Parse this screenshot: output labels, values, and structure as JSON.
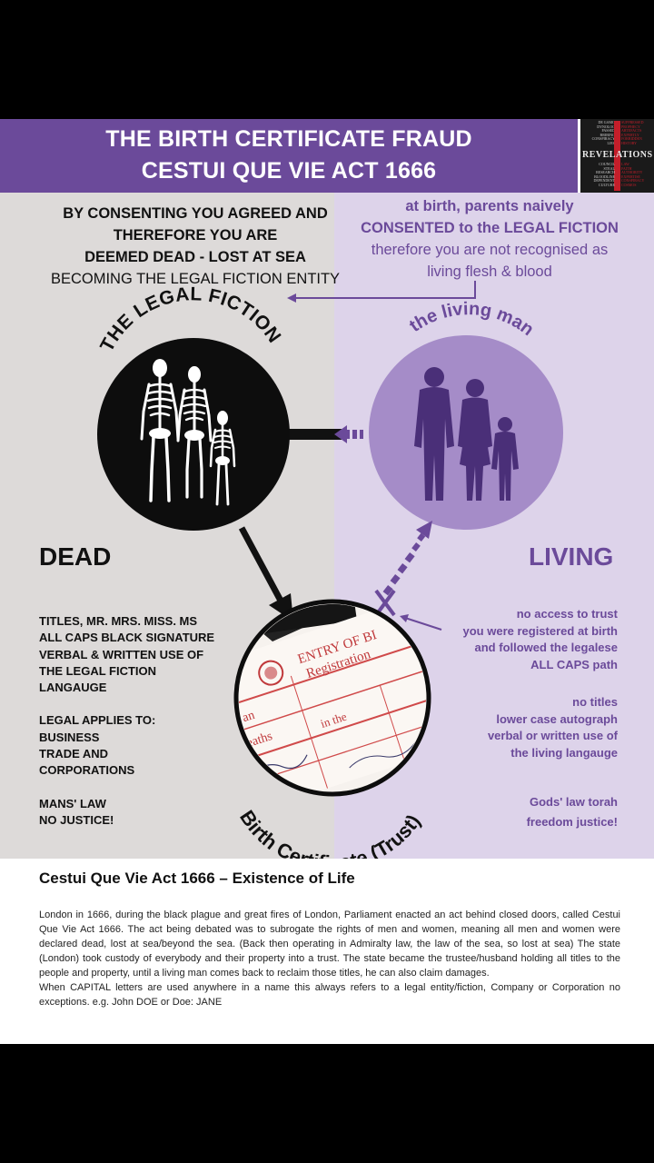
{
  "header": {
    "title_line1": "THE BIRTH CERTIFICATE FRAUD",
    "title_line2": "CESTUI QUE VIE ACT 1666",
    "logo": {
      "word": "REVELATIONS",
      "vertical": "TRUTH"
    }
  },
  "left_intro": {
    "line1": "BY CONSENTING YOU AGREED AND",
    "line2": "THEREFORE  YOU ARE",
    "line3": "DEEMED DEAD - LOST AT SEA",
    "line4": "BECOMING THE LEGAL FICTION ENTITY"
  },
  "right_intro": {
    "line1": "at birth, parents naively",
    "line2": "CONSENTED to the LEGAL FICTION",
    "line3": "therefore you are not recognised as",
    "line4": "living flesh & blood"
  },
  "legal_fiction_label": "THE LEGAL FICTION",
  "living_man_label": "the living man",
  "dead_heading": "DEAD",
  "living_heading": "LIVING",
  "dead_list": {
    "group1": [
      "TITLES, MR. MRS. MISS. MS",
      "ALL CAPS BLACK SIGNATURE",
      "VERBAL & WRITTEN USE OF",
      "THE LEGAL FICTION",
      "LANGAUGE"
    ],
    "group2": [
      "LEGAL APPLIES TO:",
      "BUSINESS",
      "TRADE AND",
      "CORPORATIONS"
    ],
    "group3": [
      "MANS' LAW",
      "NO JUSTICE!"
    ]
  },
  "living_list": {
    "group1": [
      "no access to trust",
      "you were registered at birth",
      "and followed the legalese",
      "ALL CAPS path"
    ],
    "group2": [
      "no  titles",
      "lower case autograph",
      "verbal or written use of",
      "the living langauge"
    ],
    "group3": [
      "Gods' law torah",
      "freedom justice!"
    ]
  },
  "certificate": {
    "caption": "Birth Certificate (Trust)",
    "doc_line1": "ENTRY OF BI",
    "doc_line2": "Registration",
    "doc_word1": "of an",
    "doc_word2": "deaths",
    "doc_word3": "in the"
  },
  "article": {
    "heading": "Cestui Que Vie Act 1666 – Existence of Life",
    "paragraph1": "London in 1666, during the black plague and great fires of London, Parliament enacted an act behind closed doors, called Cestui Que Vie Act 1666. The act being debated was to subrogate the rights of men and women, meaning all men and women were declared dead, lost at sea/beyond the sea. (Back then operating in Admiralty law, the law of the sea, so lost at sea) The state (London) took custody of everybody and their property into a trust. The state became the trustee/husband holding all titles to the people and property, until a living man comes back to reclaim those titles, he can also claim damages.",
    "paragraph2": "When CAPITAL letters are used anywhere in a name this always refers to a legal entity/fiction, Company or Corporation no exceptions. e.g. John DOE or Doe: JANE"
  },
  "colors": {
    "purple": "#6b4a9a",
    "left_bg": "#dddad9",
    "right_bg": "#ddd3ea",
    "circle_purple": "#a58cc8"
  }
}
